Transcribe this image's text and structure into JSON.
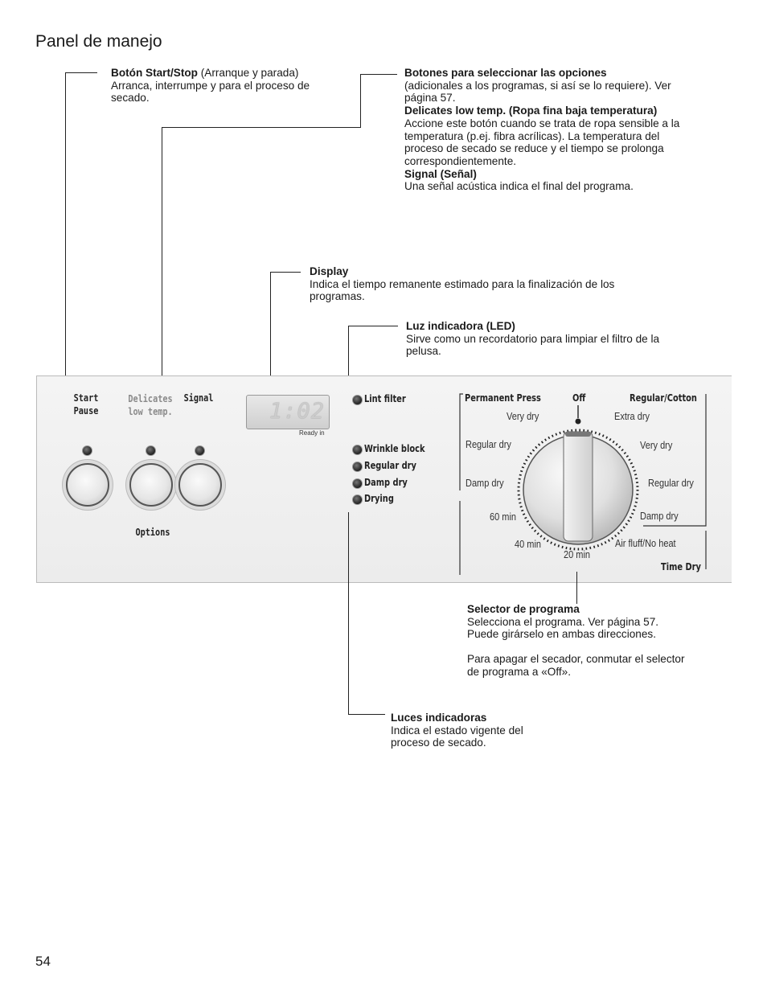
{
  "page": {
    "title": "Panel de manejo",
    "page_number": "54"
  },
  "captions": {
    "start_stop": {
      "heading": "Botón Start/Stop",
      "heading_suffix": " (Arranque y parada)",
      "body": "Arranca, interrumpe y para el proceso de secado."
    },
    "options": {
      "heading": "Botones para seleccionar las opciones",
      "body": "(adicionales a los programas, si así se lo requiere). Ver página 57.",
      "delicates_heading": "Delicates low temp. (Ropa fina baja temperatura)",
      "delicates_body": "Accione este botón cuando se trata de ropa sensible a la temperatura (p.ej. fibra acrílicas). La temperatura del proceso de secado se reduce y el tiempo se prolonga correspondientemente.",
      "signal_heading": "Signal (Señal)",
      "signal_body": "Una señal acústica indica el final del programa."
    },
    "display": {
      "heading": "Display",
      "body": "Indica el tiempo remanente estimado para la finalización de los programas."
    },
    "led": {
      "heading": "Luz indicadora (LED)",
      "body": "Sirve como un recordatorio para limpiar el filtro de la pelusa."
    },
    "selector": {
      "heading": "Selector de programa",
      "body": "Selecciona el programa. Ver página 57. Puede girárselo en ambas direcciones.",
      "body2": "Para apagar el secador, conmutar el selector de programa a «Off»."
    },
    "indicators": {
      "heading": "Luces indicadoras",
      "body": "Indica el estado vigente del proceso de secado."
    }
  },
  "panel": {
    "start_label_1": "Start",
    "start_label_2": "Pause",
    "delicates_label_1": "Delicates",
    "delicates_label_2": "low temp.",
    "signal_label": "Signal",
    "options_label": "Options",
    "display_value": "1:02",
    "ready_in": "Ready in",
    "lint_filter": "Lint filter",
    "status_lights": [
      "Wrinkle block",
      "Regular dry",
      "Damp dry",
      "Drying"
    ],
    "dial": {
      "permanent_press": "Permanent Press",
      "off": "Off",
      "regular_cotton": "Regular/Cotton",
      "time_dry": "Time Dry",
      "pp_very_dry": "Very dry",
      "pp_regular_dry": "Regular dry",
      "pp_damp_dry": "Damp dry",
      "rc_extra_dry": "Extra dry",
      "rc_very_dry": "Very dry",
      "rc_regular_dry": "Regular dry",
      "rc_damp_dry": "Damp dry",
      "air_fluff": "Air fluff/No heat",
      "t60": "60 min",
      "t40": "40 min",
      "t20": "20 min"
    }
  }
}
